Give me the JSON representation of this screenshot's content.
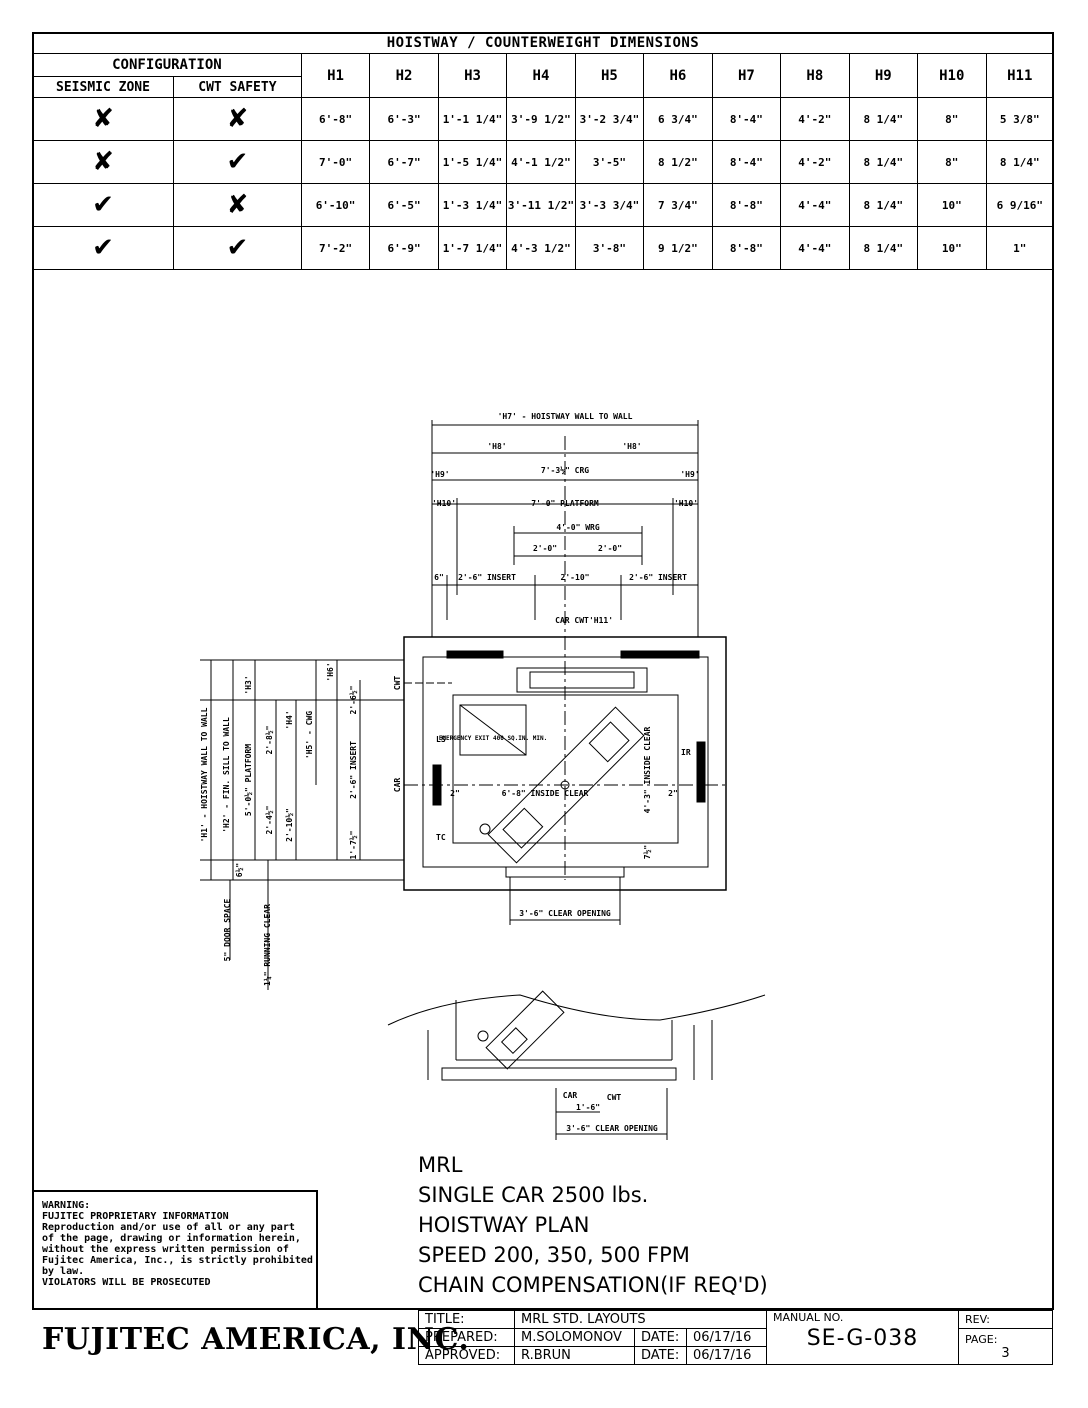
{
  "table": {
    "title": "HOISTWAY / COUNTERWEIGHT DIMENSIONS",
    "configuration_label": "CONFIGURATION",
    "seismic_label": "SEISMIC ZONE",
    "cwt_label": "CWT SAFETY",
    "columns": [
      "H1",
      "H2",
      "H3",
      "H4",
      "H5",
      "H6",
      "H7",
      "H8",
      "H9",
      "H10",
      "H11"
    ],
    "rows": [
      {
        "seismic": "✘",
        "cwt": "✘",
        "values": [
          "6'-8\"",
          "6'-3\"",
          "1'-1 1/4\"",
          "3'-9 1/2\"",
          "3'-2 3/4\"",
          "6 3/4\"",
          "8'-4\"",
          "4'-2\"",
          "8 1/4\"",
          "8\"",
          "5 3/8\""
        ]
      },
      {
        "seismic": "✘",
        "cwt": "✔",
        "values": [
          "7'-0\"",
          "6'-7\"",
          "1'-5 1/4\"",
          "4'-1 1/2\"",
          "3'-5\"",
          "8 1/2\"",
          "8'-4\"",
          "4'-2\"",
          "8 1/4\"",
          "8\"",
          "8 1/4\""
        ]
      },
      {
        "seismic": "✔",
        "cwt": "✘",
        "values": [
          "6'-10\"",
          "6'-5\"",
          "1'-3 1/4\"",
          "3'-11 1/2\"",
          "3'-3 3/4\"",
          "7 3/4\"",
          "8'-8\"",
          "4'-4\"",
          "8 1/4\"",
          "10\"",
          "6 9/16\""
        ]
      },
      {
        "seismic": "✔",
        "cwt": "✔",
        "values": [
          "7'-2\"",
          "6'-9\"",
          "1'-7 1/4\"",
          "4'-3 1/2\"",
          "3'-8\"",
          "9 1/2\"",
          "8'-8\"",
          "4'-4\"",
          "8 1/4\"",
          "10\"",
          "1\""
        ]
      }
    ]
  },
  "drawing": {
    "h7_label": "'H7' - HOISTWAY WALL TO WALL",
    "h8_left": "'H8'",
    "h8_right": "'H8'",
    "h9_left": "'H9'",
    "h9_right": "'H9'",
    "crg_label": "7'-3½\" CRG",
    "h10_left": "'H10'",
    "h10_right": "'H10'",
    "platform_label": "7'-0\" PLATFORM",
    "wrg_label": "4'-0\" WRG",
    "wrg_half_left": "2'-0\"",
    "wrg_half_right": "2'-0\"",
    "six_in": "6\"",
    "insert_left": "2'-6\" INSERT",
    "center_dim": "2'-10\"",
    "insert_right": "2'-6\" INSERT",
    "car_cwt": "CAR CWT",
    "h11_label": "'H11'",
    "h1_label": "'H1' - HOISTWAY WALL TO WALL",
    "h2_label": "'H2' - FIN. SILL TO WALL",
    "platform_v": "5'-0½\" PLATFORM",
    "h3_label": "'H3'",
    "h4_label": "'H4'",
    "h5_label": "'H5' - CWG",
    "h6_label": "'H6'",
    "dim_2_6_half": "2'-6½\"",
    "dim_2_6_insert": "2'-6\" INSERT",
    "dim_2_8": "2'-8½\"",
    "dim_2_4": "2'-4½\"",
    "dim_2_10": "2'-10½\"",
    "dim_1_7": "1'-7½\"",
    "dim_6_half": "6½\"",
    "door_space": "5\" DOOR SPACE",
    "running_clear": "1¼\" RUNNING CLEAR",
    "cwt_small": "CWT",
    "car_small": "CAR",
    "ls": "LS",
    "ir": "IR",
    "tc": "TC",
    "emergency_exit": "EMERGENCY EXIT 400 SQ.IN. MIN.",
    "inside_clear_w": "6'-8\" INSIDE CLEAR",
    "inside_clear_h": "4'-3\" INSIDE CLEAR",
    "two_in_left": "2\"",
    "two_in_right": "2\"",
    "seven_half": "7½\"",
    "clear_opening": "3'-6\" CLEAR OPENING",
    "detail_dim": "1'-6\"",
    "detail_clear_opening": "3'-6\" CLEAR OPENING",
    "detail_car": "CAR",
    "detail_cwt": "CWT"
  },
  "notes": [
    "MRL",
    "SINGLE CAR 2500 lbs.",
    "HOISTWAY PLAN",
    "SPEED 200, 350, 500 FPM",
    "CHAIN COMPENSATION(IF REQ'D)"
  ],
  "warning": [
    "WARNING:",
    "FUJITEC PROPRIETARY INFORMATION",
    "Reproduction and/or use of all or any part",
    "of the page, drawing or information herein,",
    "without the express written permission of",
    "Fujitec America, Inc., is strictly prohibited",
    "by law.",
    "VIOLATORS WILL BE PROSECUTED"
  ],
  "company": "FUJITEC AMERICA, INC.",
  "title_block": {
    "title_label": "TITLE:",
    "title_value": "MRL STD. LAYOUTS",
    "prepared_label": "PREPARED:",
    "prepared_value": "M.SOLOMONOV",
    "approved_label": "APPROVED:",
    "approved_value": "R.BRUN",
    "date_label": "DATE:",
    "prepared_date": "06/17/16",
    "approved_date": "06/17/16",
    "manual_label": "MANUAL NO.",
    "manual_value": "SE-G-038",
    "rev_label": "REV:",
    "rev_value": "",
    "page_label": "PAGE:",
    "page_value": "3"
  }
}
